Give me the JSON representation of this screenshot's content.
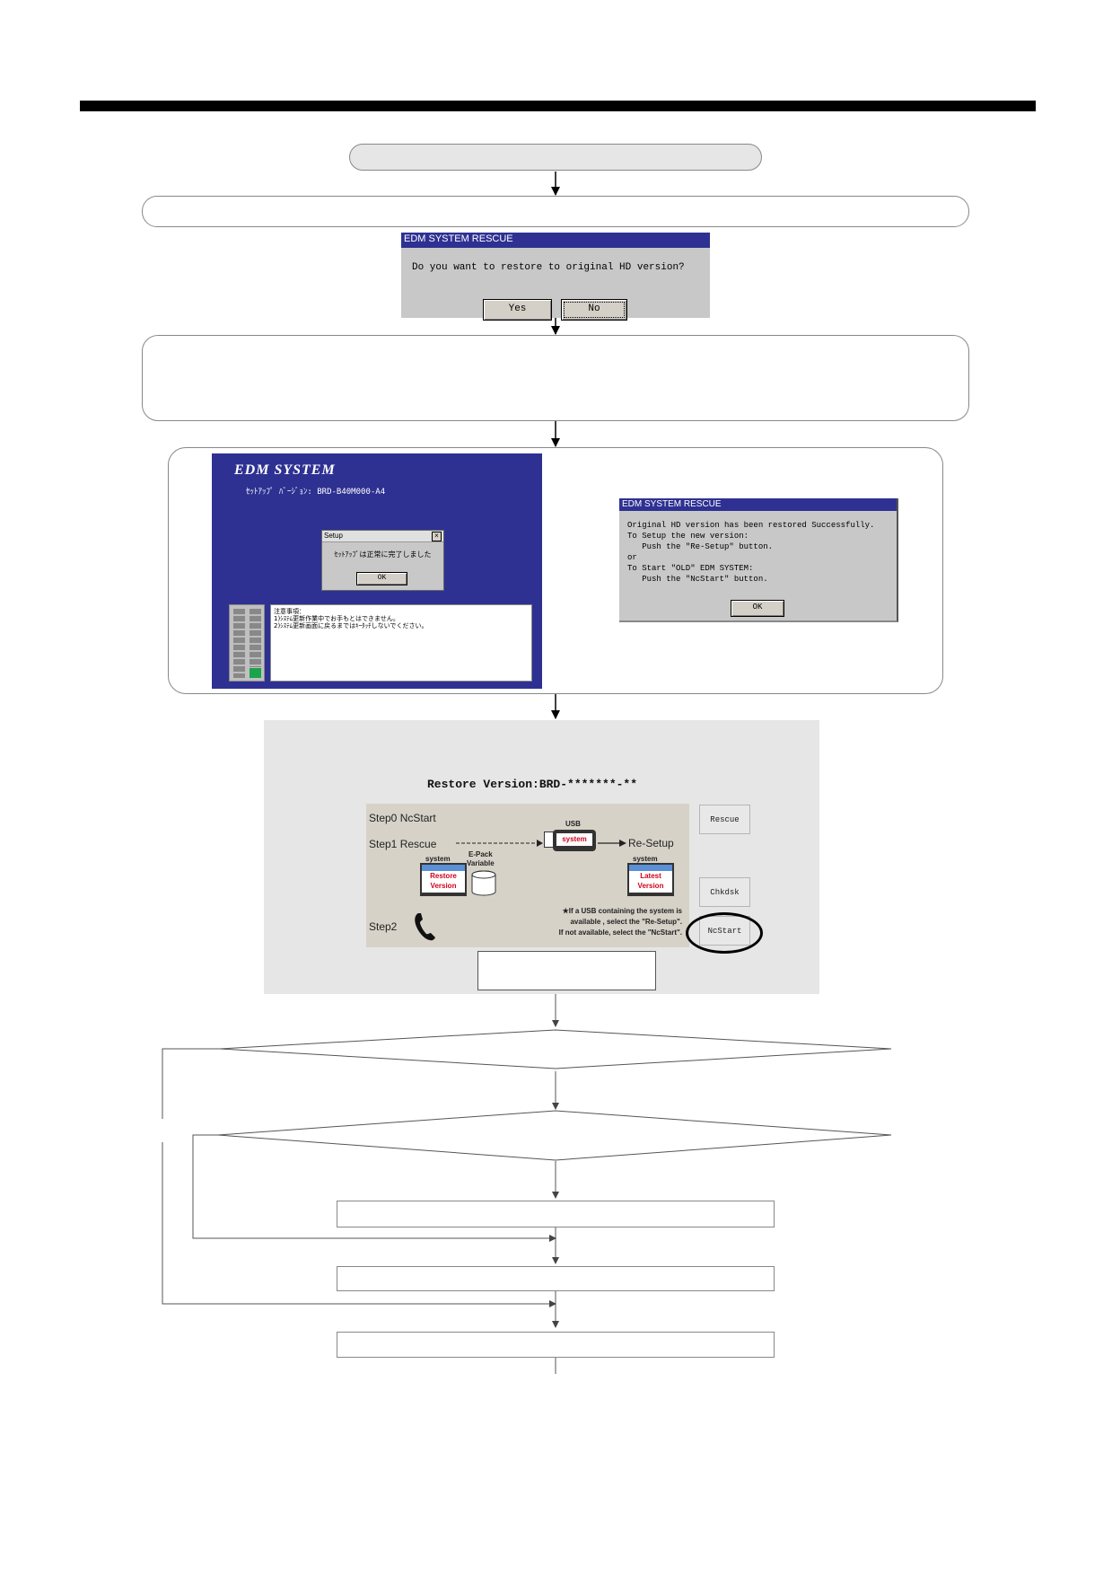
{
  "rescue_dialog": {
    "title": "EDM SYSTEM RESCUE",
    "message": "Do you want to restore to original HD version?",
    "yes_label": "Yes",
    "no_label": "No"
  },
  "edm_screen": {
    "title": "EDM SYSTEM",
    "setup_version": "ｾｯﾄｱｯﾌﾟ ﾊﾞｰｼﾞｮﾝ: BRD-B40M000-A4",
    "setup_dialog": {
      "title": "Setup",
      "close_glyph": "×",
      "message": "ｾｯﾄｱｯﾌﾟは正常に完了しました",
      "ok_label": "OK"
    },
    "notice_lines": [
      "注意事項：",
      "1)ｼｽﾃﾑ更新作業中でお手もとはできません。",
      "2)ｼｽﾃﾑ更新画面に戻るまではｷｰﾀｯﾁしないでください。"
    ]
  },
  "restored_dialog": {
    "title": "EDM SYSTEM RESCUE",
    "lines": [
      "Original HD version has been restored Successfully.",
      "To Setup the new version:",
      "   Push the \"Re-Setup\" button.",
      "or",
      "To Start \"OLD\" EDM SYSTEM:",
      "   Push the \"NcStart\" button."
    ],
    "ok_label": "OK"
  },
  "restore_panel": {
    "restore_version": "Restore Version:BRD-*******-**",
    "step0": "Step0  NcStart",
    "step1": "Step1  Rescue",
    "step2": "Step2",
    "usb_label": "USB",
    "usb_system": "system",
    "resetup_label": "Re-Setup",
    "left_system_label": "system",
    "left_version": [
      "Restore",
      "Version"
    ],
    "epack_label": [
      "E-Pack",
      "Variable"
    ],
    "right_system_label": "system",
    "right_version": [
      "Latest",
      "Version"
    ],
    "note_lines": [
      "★If a USB containing the system is",
      "available , select the \"Re-Setup\".",
      "If not available, select the \"NcStart\"."
    ],
    "buttons": {
      "rescue": "Rescue",
      "chkdsk": "Chkdsk",
      "ncstart": "NcStart"
    }
  },
  "colors": {
    "edm_blue": "#2e3192",
    "panel_gray": "#e6e6e6",
    "dialog_gray": "#c8c8c8"
  }
}
